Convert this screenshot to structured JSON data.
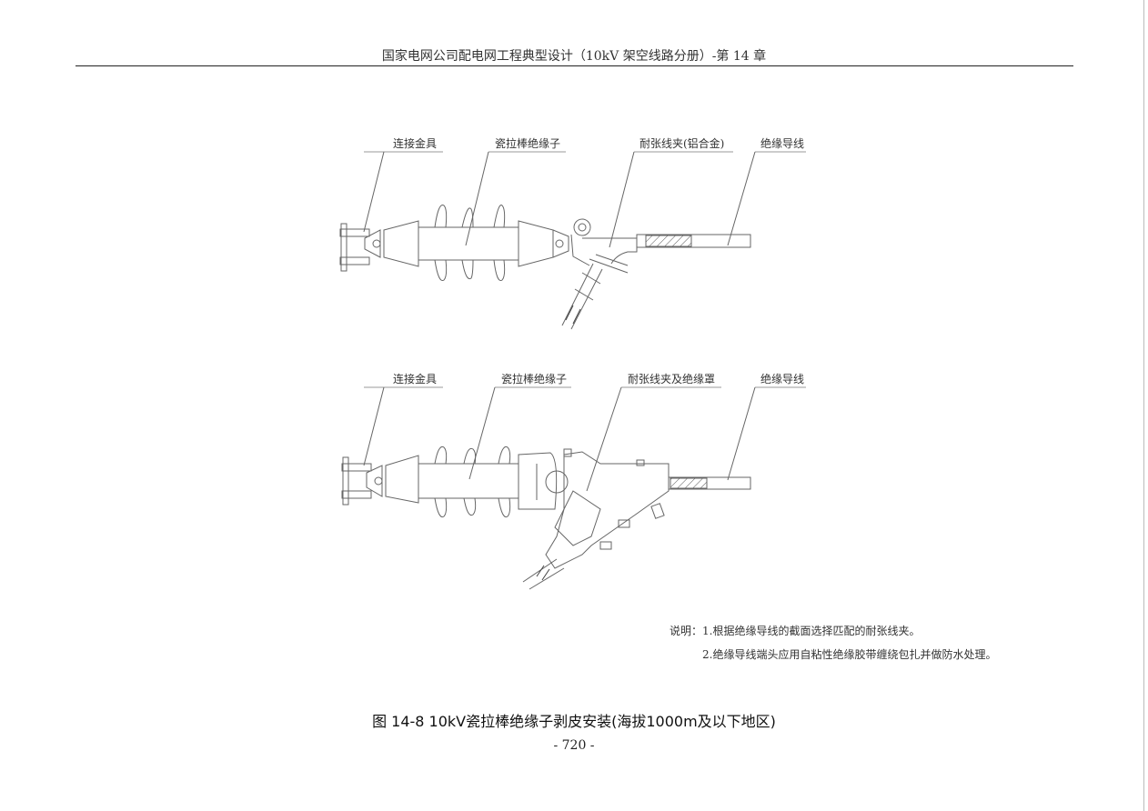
{
  "header": {
    "title": "国家电网公司配电网工程典型设计（10kV 架空线路分册）-第 14 章"
  },
  "figure_top": {
    "labels": [
      "连接金具",
      "瓷拉棒绝缘子",
      "耐张线夹(铝合金)",
      "绝缘导线"
    ]
  },
  "figure_bottom": {
    "labels": [
      "连接金具",
      "瓷拉棒绝缘子",
      "耐张线夹及绝缘罩",
      "绝缘导线"
    ]
  },
  "notes": {
    "prefix": "说明：",
    "items": [
      "1.根据绝缘导线的截面选择匹配的耐张线夹。",
      "2.绝缘导线端头应用自粘性绝缘胶带缠绕包扎并做防水处理。"
    ]
  },
  "caption": "图 14-8   10kV瓷拉棒绝缘子剥皮安装(海拔1000m及以下地区)",
  "page_number": "- 720 -"
}
